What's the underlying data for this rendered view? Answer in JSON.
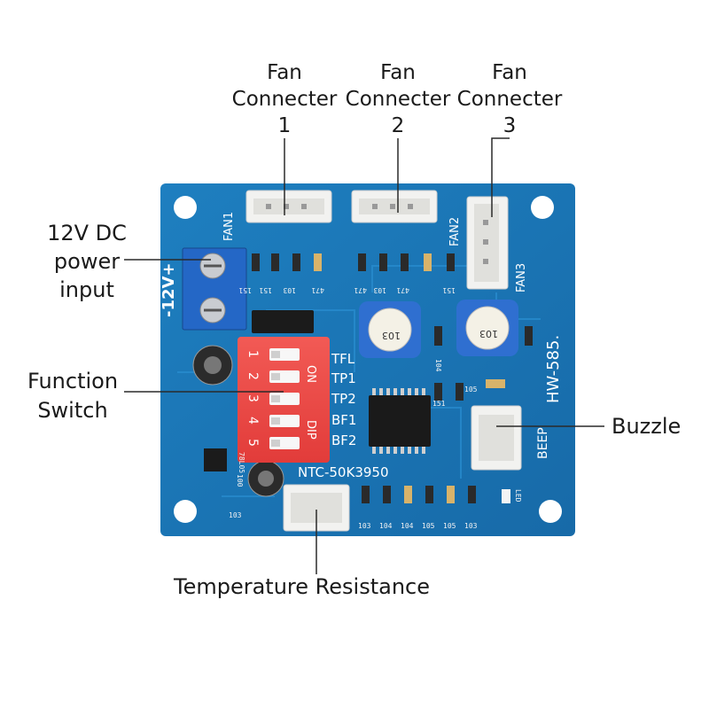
{
  "callouts": {
    "fan1": {
      "line1": "Fan",
      "line2": "Connecter",
      "line3": "1"
    },
    "fan2": {
      "line1": "Fan",
      "line2": "Connecter",
      "line3": "2"
    },
    "fan3": {
      "line1": "Fan",
      "line2": "Connecter",
      "line3": "3"
    },
    "power": {
      "line1": "12V DC",
      "line2": "power",
      "line3": "input"
    },
    "function": {
      "line1": "Function",
      "line2": "Switch"
    },
    "buzzle": "Buzzle",
    "temperature": "Temperature Resistance"
  },
  "silkscreen": {
    "fan1": "FAN1",
    "fan2": "FAN2",
    "fan3": "FAN3",
    "power": "-12V+",
    "on": "ON",
    "dip": "DIP",
    "switch_numbers": [
      "1",
      "2",
      "3",
      "4",
      "5"
    ],
    "switch_labels": [
      "TFL",
      "TP1",
      "TP2",
      "BF1",
      "BF2"
    ],
    "ntc": "NTC-50K3950",
    "model": "HW-585.",
    "beep": "BEEP",
    "pot": "103",
    "codes": {
      "top_left": [
        "151",
        "151",
        "103",
        "471"
      ],
      "top_mid": [
        "471",
        "103",
        "471",
        "151"
      ],
      "right": [
        "151"
      ],
      "side_104": "104",
      "side_105": "105",
      "bottom_left": "103",
      "bottom_row": [
        "103",
        "104",
        "104",
        "105",
        "105",
        "103"
      ],
      "reg": "78L05",
      "cap": "100",
      "led": "LED"
    }
  }
}
